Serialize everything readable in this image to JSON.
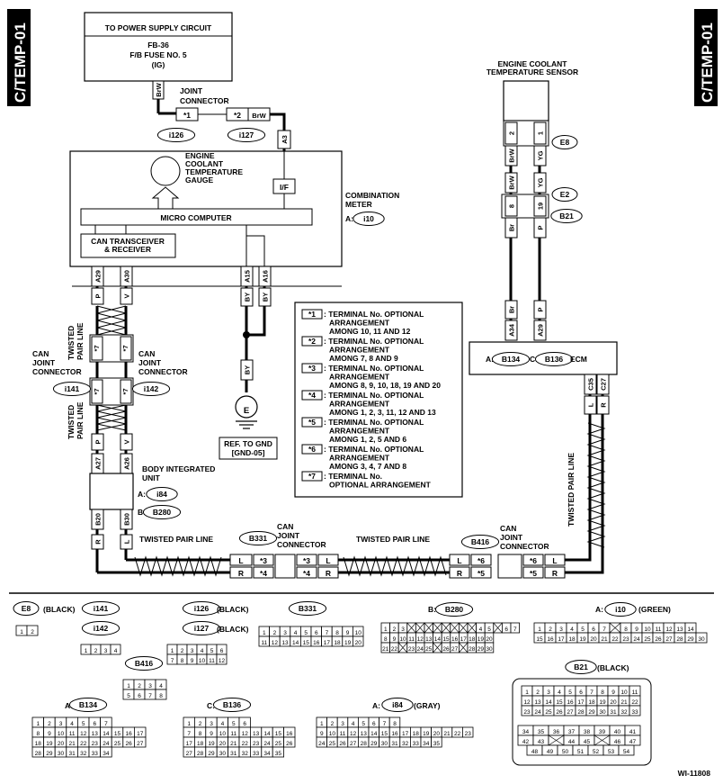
{
  "side_tab": "C/TEMP-01",
  "doc_code": "WI-11808",
  "power": {
    "line1": "TO POWER SUPPLY CIRCUIT",
    "line2": "FB-36",
    "line3": "F/B FUSE NO. 5",
    "line4": "(IG)",
    "wire": "BrW"
  },
  "joint_connector": {
    "label": [
      "JOINT",
      "CONNECTOR"
    ],
    "pin1": "*1",
    "pin2": "*2",
    "wire": "BrW",
    "id_left": "i126",
    "id_right": "i127"
  },
  "meter": {
    "gauge_label": [
      "ENGINE",
      "COOLANT",
      "TEMPERATURE",
      "GAUGE"
    ],
    "micro": "MICRO COMPUTER",
    "can": [
      "CAN TRANSCEIVER",
      "& RECEIVER"
    ],
    "if": "I/F",
    "name": [
      "COMBINATION",
      "METER"
    ],
    "prefix": "A:",
    "id": "i10",
    "pin_top": "A3",
    "pins_bottom": [
      "A29",
      "A30",
      "A15",
      "A16"
    ]
  },
  "sensor": {
    "label": [
      "ENGINE COOLANT",
      "TEMPERATURE SENSOR"
    ],
    "pins": [
      "2",
      "1"
    ],
    "wires": [
      "BrW",
      "YG"
    ],
    "id": "E8"
  },
  "e2": {
    "id": "E2",
    "wires_top": [
      "BrW",
      "YG"
    ],
    "pins": [
      "8",
      "19"
    ],
    "id_b": "B21",
    "wires_bottom": [
      "Br",
      "P"
    ]
  },
  "ecm": {
    "pins_top": [
      "A34",
      "A29"
    ],
    "wires_top": [
      "Br",
      "P"
    ],
    "text_a": "A:",
    "id_a": "B134",
    "text_c": "C:",
    "id_c": "B136",
    "name": "ECM",
    "pins_bottom": [
      "C35",
      "C27"
    ],
    "wires_bottom": [
      "L",
      "R"
    ]
  },
  "wires": {
    "p": "P",
    "v": "V",
    "by": "BY",
    "l": "L",
    "r": "R",
    "twisted": "TWISTED PAIR LINE",
    "twisted_v": [
      "TWISTED",
      "PAIR LINE"
    ]
  },
  "can_joint_left": {
    "label": [
      "CAN",
      "JOINT",
      "CONNECTOR"
    ],
    "id": "i141",
    "star": "*7"
  },
  "can_joint_right": {
    "label": [
      "CAN",
      "JOINT",
      "CONNECTOR"
    ],
    "id": "i142",
    "star": "*7"
  },
  "ground": {
    "symbol": "E",
    "ref": [
      "REF. TO GND",
      "[GND-05]"
    ]
  },
  "biu": {
    "pins_top": [
      "A27",
      "A26"
    ],
    "label": [
      "BODY INTEGRATED",
      "UNIT"
    ],
    "prefix_a": "A:",
    "id_a": "i84",
    "prefix_b": "B:",
    "id_b": "B280",
    "pins_bottom": [
      "B20",
      "B30"
    ]
  },
  "bottom_conn": {
    "b331_label": [
      "CAN",
      "JOINT",
      "CONNECTOR"
    ],
    "b331_id": "B331",
    "b331_pins": [
      "*3",
      "*4"
    ],
    "b416_label": [
      "CAN",
      "JOINT",
      "CONNECTOR"
    ],
    "b416_id": "B416",
    "b416_pins": [
      "*6",
      "*5"
    ]
  },
  "legend": [
    {
      "key": "*1",
      "lines": [
        ": TERMINAL No. OPTIONAL",
        "ARRANGEMENT",
        "AMONG 10, 11 AND 12"
      ]
    },
    {
      "key": "*2",
      "lines": [
        ": TERMINAL No. OPTIONAL",
        "ARRANGEMENT",
        "AMONG 7, 8 AND 9"
      ]
    },
    {
      "key": "*3",
      "lines": [
        ": TERMINAL No. OPTIONAL",
        "ARRANGEMENT",
        "AMONG 8, 9, 10, 18, 19 AND 20"
      ]
    },
    {
      "key": "*4",
      "lines": [
        ": TERMINAL No. OPTIONAL",
        "ARRANGEMENT",
        "AMONG 1, 2, 3, 11, 12 AND 13"
      ]
    },
    {
      "key": "*5",
      "lines": [
        ": TERMINAL No. OPTIONAL",
        "ARRANGEMENT",
        "AMONG 1, 2, 5 AND 6"
      ]
    },
    {
      "key": "*6",
      "lines": [
        ": TERMINAL No. OPTIONAL",
        "ARRANGEMENT",
        "AMONG 3, 4, 7 AND 8"
      ]
    },
    {
      "key": "*7",
      "lines": [
        ": TERMINAL No.",
        "OPTIONAL ARRANGEMENT"
      ]
    }
  ],
  "connectors": {
    "e8": {
      "id": "E8",
      "color": "(BLACK)",
      "rows": [
        [
          "1",
          "2"
        ]
      ]
    },
    "i141": {
      "id": "i141"
    },
    "i142": {
      "id": "i142",
      "rows": [
        [
          "1",
          "2",
          "3",
          "4"
        ]
      ]
    },
    "i126": {
      "id": "i126",
      "color": "(BLACK)"
    },
    "i127": {
      "id": "i127",
      "color": "(BLACK)",
      "rows": [
        [
          "1",
          "2",
          "3",
          "4",
          "5",
          "6"
        ],
        [
          "7",
          "8",
          "9",
          "10",
          "11",
          "12"
        ]
      ]
    },
    "b331": {
      "id": "B331",
      "rows": [
        [
          "1",
          "2",
          "3",
          "4",
          "5",
          "6",
          "7",
          "8",
          "9",
          "10"
        ],
        [
          "11",
          "12",
          "13",
          "14",
          "15",
          "16",
          "17",
          "18",
          "19",
          "20"
        ]
      ]
    },
    "b416": {
      "id": "B416",
      "rows": [
        [
          "1",
          "2",
          "3",
          "4"
        ],
        [
          "5",
          "6",
          "7",
          "8"
        ]
      ]
    },
    "b280": {
      "prefix": "B:",
      "id": "B280",
      "rows": [
        [
          "1",
          "2",
          "3",
          "",
          "",
          "",
          "",
          "",
          "",
          "",
          "",
          "4",
          "5",
          "",
          "6",
          "7"
        ],
        [
          "8",
          "9",
          "10",
          "11",
          "12",
          "13",
          "14",
          "15",
          "16",
          "17",
          "18",
          "19",
          "20"
        ],
        [
          "21",
          "22",
          "",
          "23",
          "24",
          "25",
          "",
          "26",
          "27",
          "",
          "28",
          "29",
          "30"
        ]
      ]
    },
    "i10": {
      "prefix": "A:",
      "id": "i10",
      "color": "(GREEN)",
      "rows": [
        [
          "1",
          "2",
          "3",
          "4",
          "5",
          "6",
          "7",
          "",
          "8",
          "9",
          "10",
          "11",
          "12",
          "13",
          "14"
        ],
        [
          "15",
          "16",
          "17",
          "18",
          "19",
          "20",
          "21",
          "22",
          "23",
          "24",
          "25",
          "26",
          "27",
          "28",
          "29",
          "30"
        ]
      ]
    },
    "b21": {
      "id": "B21",
      "color": "(BLACK)",
      "rows": [
        [
          "1",
          "2",
          "3",
          "4",
          "5",
          "6",
          "7",
          "8",
          "9",
          "10",
          "11"
        ],
        [
          "12",
          "13",
          "14",
          "15",
          "16",
          "17",
          "18",
          "19",
          "20",
          "21",
          "22"
        ],
        [
          "23",
          "24",
          "25",
          "26",
          "27",
          "28",
          "29",
          "30",
          "31",
          "32",
          "33"
        ],
        [
          "34",
          "35",
          "36",
          "37",
          "38",
          "39",
          "40",
          "41"
        ],
        [
          "42",
          "43",
          "44",
          "45",
          "46",
          "47"
        ],
        [
          "48",
          "49",
          "50",
          "51",
          "52",
          "53",
          "54"
        ]
      ]
    },
    "b134": {
      "prefix": "A:",
      "id": "B134",
      "rows": [
        [
          "1",
          "2",
          "3",
          "4",
          "5",
          "6",
          "7"
        ],
        [
          "8",
          "9",
          "10",
          "11",
          "12",
          "13",
          "14",
          "15",
          "16",
          "17"
        ],
        [
          "18",
          "19",
          "20",
          "21",
          "22",
          "23",
          "24",
          "25",
          "26",
          "27"
        ],
        [
          "28",
          "29",
          "30",
          "31",
          "32",
          "33",
          "34"
        ]
      ]
    },
    "b136": {
      "prefix": "C:",
      "id": "B136",
      "rows": [
        [
          "1",
          "2",
          "3",
          "4",
          "5",
          "6"
        ],
        [
          "7",
          "8",
          "9",
          "10",
          "11",
          "12",
          "13",
          "14",
          "15",
          "16"
        ],
        [
          "17",
          "18",
          "19",
          "20",
          "21",
          "22",
          "23",
          "24",
          "25",
          "26"
        ],
        [
          "27",
          "28",
          "29",
          "30",
          "31",
          "32",
          "33",
          "34",
          "35"
        ]
      ]
    },
    "i84": {
      "prefix": "A:",
      "id": "i84",
      "color": "(GRAY)",
      "rows": [
        [
          "1",
          "2",
          "3",
          "4",
          "5",
          "6",
          "7",
          "8"
        ],
        [
          "9",
          "10",
          "11",
          "12",
          "13",
          "14",
          "15",
          "16",
          "17",
          "18",
          "19",
          "20",
          "21",
          "22",
          "23"
        ],
        [
          "24",
          "25",
          "26",
          "27",
          "28",
          "29",
          "30",
          "31",
          "32",
          "33",
          "34",
          "35"
        ]
      ]
    }
  }
}
